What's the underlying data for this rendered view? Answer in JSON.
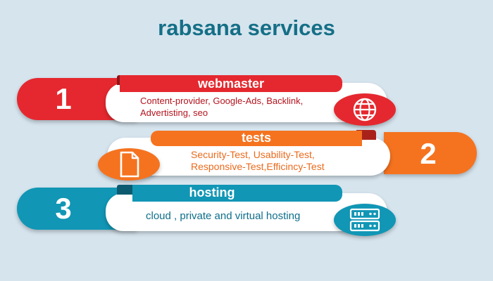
{
  "title": "rabsana services",
  "colors": {
    "title": "#146f86",
    "red": "#e5282f",
    "orange": "#f5731f",
    "teal": "#1196b5"
  },
  "items": [
    {
      "number": "1",
      "header": "webmaster",
      "description_line1": "Content-provider, Google-Ads, Backlink,",
      "description_line2": "Advertisting, seo",
      "icon": "globe-icon"
    },
    {
      "number": "2",
      "header": "tests",
      "description_line1": "Security-Test, Usability-Test,",
      "description_line2": "Responsive-Test,Efficincy-Test",
      "icon": "document-icon"
    },
    {
      "number": "3",
      "header": "hosting",
      "description_line1": "cloud , private and virtual hosting",
      "icon": "server-icon"
    }
  ]
}
